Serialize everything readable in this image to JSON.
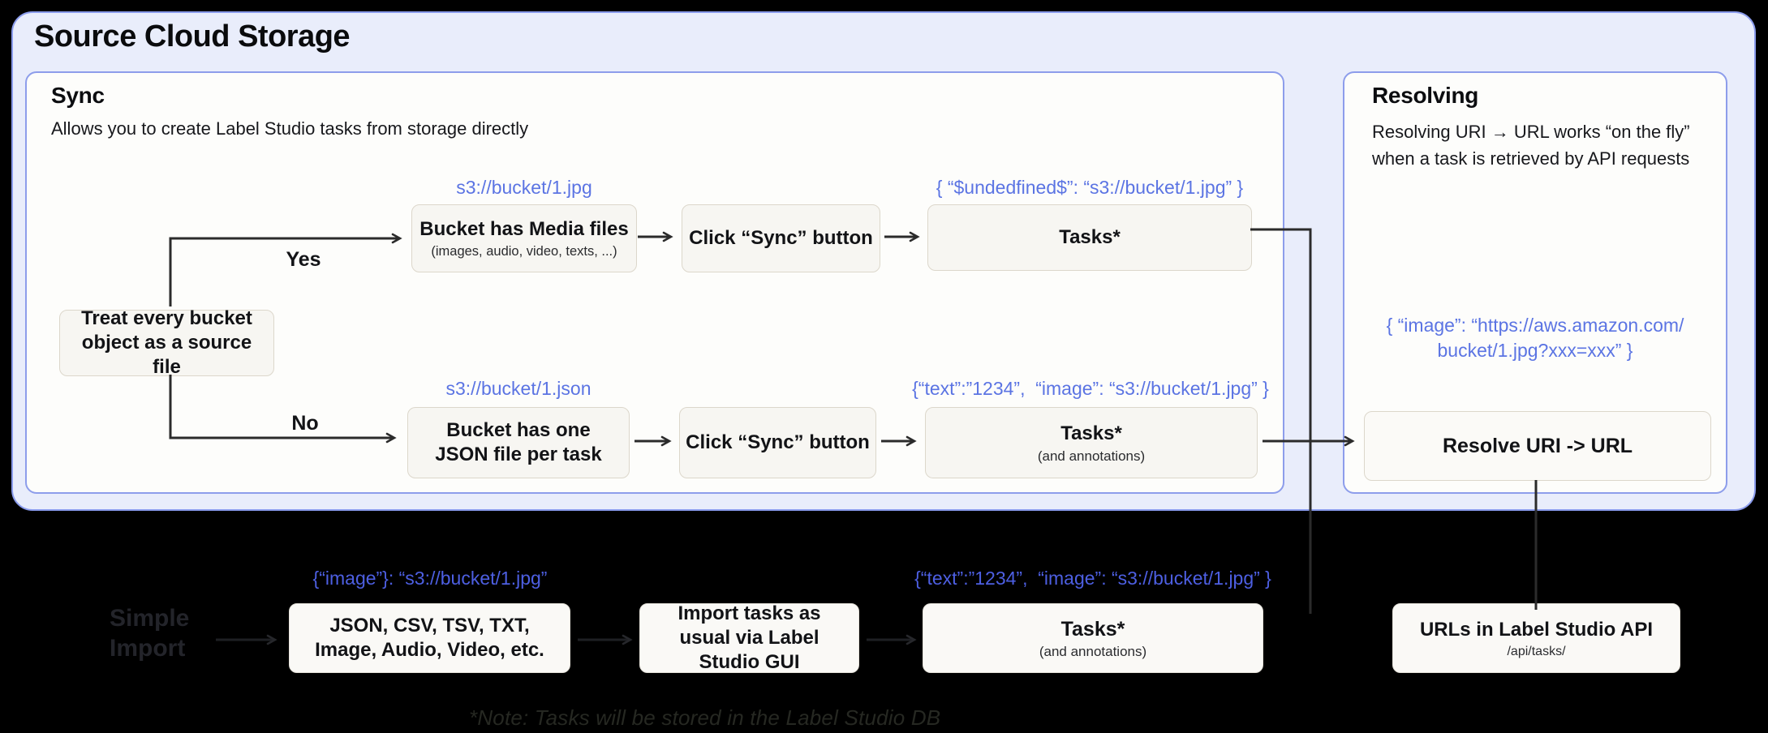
{
  "header": {
    "title": "Source Cloud Storage"
  },
  "colors": {
    "page_bg": "#000000",
    "container_bg": "#E9EDFB",
    "container_border": "#8A9BEC",
    "panel_bg": "#FDFDFB",
    "panel_border": "#8D9DEB",
    "flow_box_bg": "#F7F6F2",
    "flow_box_border": "#DCD7CB",
    "bottom_box_bg": "#FAF9F6",
    "accent_blue": "#5B74E3",
    "accent_blue_bottom": "#4D5FE2",
    "arrow": "#2B2B2B",
    "faint_arrow": "#1e1f23"
  },
  "sync": {
    "title": "Sync",
    "subtitle": "Allows you to create Label Studio tasks from storage directly",
    "decision": "Treat every bucket object as a source file",
    "branch_yes": "Yes",
    "branch_no": "No",
    "row_media": {
      "uri": "s3://bucket/1.jpg",
      "step1_title": "Bucket has Media files",
      "step1_sub": "(images, audio, video, texts, ...)",
      "step2": "Click “Sync” button",
      "json": "{ “$undedfined$”: “s3://bucket/1.jpg” }",
      "step3": "Tasks*"
    },
    "row_json": {
      "uri": "s3://bucket/1.json",
      "step1_title": "Bucket has one JSON file per task",
      "step2": "Click “Sync” button",
      "json": "{“text”:”1234”,  “image”: “s3://bucket/1.jpg” }",
      "step3": "Tasks*",
      "step3_sub": "(and annotations)"
    }
  },
  "resolving": {
    "title": "Resolving",
    "description": "Resolving URI → URL works “on the fly” when a task is retrieved by API requests",
    "json_line1": "{ “image”: “https://aws.amazon.com/",
    "json_line2": "bucket/1.jpg?xxx=xxx” }",
    "box": "Resolve URI -> URL"
  },
  "bottom": {
    "simple_import": "Simple Import",
    "json1": "{“image”}: “s3://bucket/1.jpg”",
    "box1": "JSON, CSV, TSV, TXT, Image, Audio, Video, etc.",
    "box2": "Import tasks as usual via Label Studio GUI",
    "json3": "{“text”:”1234”,  “image”: “s3://bucket/1.jpg” }",
    "box3": "Tasks*",
    "box3_sub": "(and annotations)",
    "box4": "URLs in Label Studio API",
    "box4_sub": "/api/tasks/",
    "note": "*Note: Tasks will be stored in the Label Studio DB"
  }
}
